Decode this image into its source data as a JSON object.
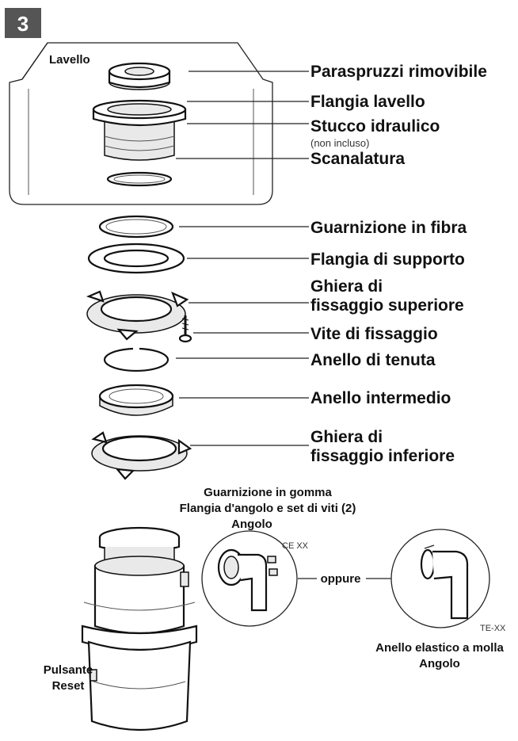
{
  "step": {
    "number": "3",
    "badge_color": "#555555"
  },
  "sink": {
    "label": "Lavello"
  },
  "parts": [
    {
      "id": "splash",
      "label": "Paraspruzzi rimovibile"
    },
    {
      "id": "sink_flange",
      "label": "Flangia lavello"
    },
    {
      "id": "putty",
      "label": "Stucco idraulico",
      "note": "(non incluso)"
    },
    {
      "id": "groove",
      "label": "Scanalatura"
    },
    {
      "id": "fiber_gasket",
      "label": "Guarnizione in fibra"
    },
    {
      "id": "back_flange",
      "label": "Flangia di supporto"
    },
    {
      "id": "upper_ring",
      "line1": "Ghiera di",
      "line2": "fissaggio superiore"
    },
    {
      "id": "screw",
      "label": "Vite di fissaggio"
    },
    {
      "id": "seal_ring",
      "label": "Anello di tenuta"
    },
    {
      "id": "mid_ring",
      "label": "Anello intermedio"
    },
    {
      "id": "lower_ring",
      "line1": "Ghiera di",
      "line2": "fissaggio inferiore"
    }
  ],
  "elbow_section": {
    "title1": "Guarnizione in gomma",
    "title2": "Flangia d'angolo e set di viti (2)",
    "title3": "Angolo",
    "code_left": "CE XX",
    "or_label": "oppure",
    "code_right": "TE-XX",
    "right_label1": "Anello elastico a molla",
    "right_label2": "Angolo"
  },
  "reset": {
    "line1": "Pulsante",
    "line2": "Reset"
  }
}
